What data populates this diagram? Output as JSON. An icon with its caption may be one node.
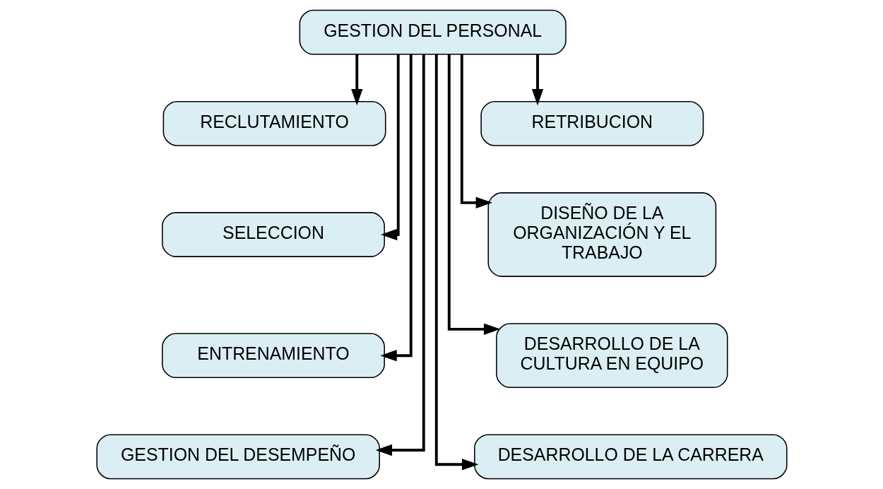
{
  "diagram": {
    "nodes": [
      {
        "text": [
          "GESTION DEL PERSONAL"
        ]
      },
      {
        "text": [
          "RECLUTAMIENTO"
        ]
      },
      {
        "text": [
          "RETRIBUCION"
        ]
      },
      {
        "text": [
          "SELECCION"
        ]
      },
      {
        "text": [
          "DISEÑO DE LA ORGANIZACIÓN Y EL TRABAJO"
        ]
      },
      {
        "text": [
          "ENTRENAMIENTO"
        ]
      },
      {
        "text": [
          "DESARROLLO DE LA CULTURA EN EQUIPO"
        ]
      },
      {
        "text": [
          "GESTION DEL DESEMPEÑO"
        ]
      },
      {
        "text": [
          "DESARROLLO DE LA CARRERA"
        ]
      }
    ],
    "edges": [
      {
        "from": 0,
        "to": 1,
        "arrow": "to"
      },
      {
        "from": 0,
        "to": 2,
        "arrow": "to"
      },
      {
        "from": 0,
        "to": 3,
        "arrow": "to"
      },
      {
        "from": 0,
        "to": 4,
        "arrow": "to"
      },
      {
        "from": 0,
        "to": 5,
        "arrow": "to"
      },
      {
        "from": 0,
        "to": 6,
        "arrow": "to"
      },
      {
        "from": 0,
        "to": 7,
        "arrow": "to"
      },
      {
        "from": 0,
        "to": 8,
        "arrow": "to"
      }
    ]
  }
}
